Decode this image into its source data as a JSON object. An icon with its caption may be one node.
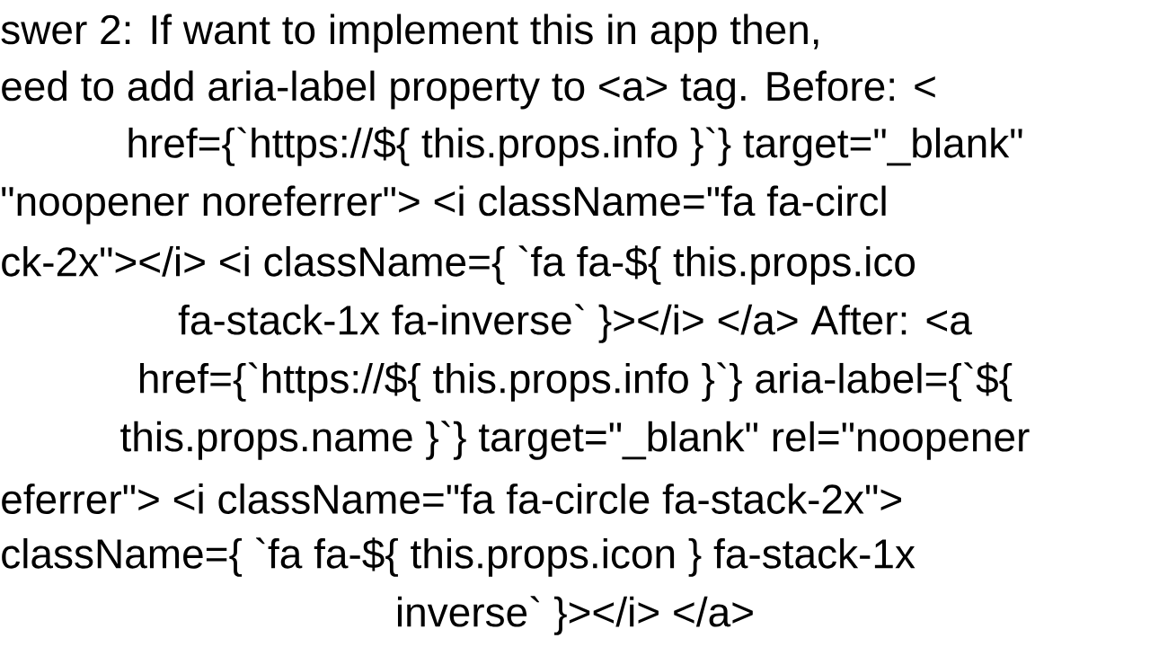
{
  "diagram": {
    "labels": [
      "swer 2: If want to implement this in app then,",
      "eed to add aria-label property to <a> tag. Before: <",
      "href={`https://${ this.props.info }`} target=\"_blank\"",
      "\"noopener noreferrer\">    <i className=\"fa fa-circl",
      "ck-2x\"></i>    <i className={ `fa fa-${ this.props.ico",
      "fa-stack-1x fa-inverse` }></i> </a>  After: <a",
      "href={`https://${ this.props.info }`} aria-label={`${",
      "this.props.name }`} target=\"_blank\" rel=\"noopener",
      "eferrer\">    <i className=\"fa fa-circle fa-stack-2x\">",
      "className={ `fa fa-${ this.props.icon } fa-stack-1x",
      "inverse` }></i> </a>"
    ]
  }
}
